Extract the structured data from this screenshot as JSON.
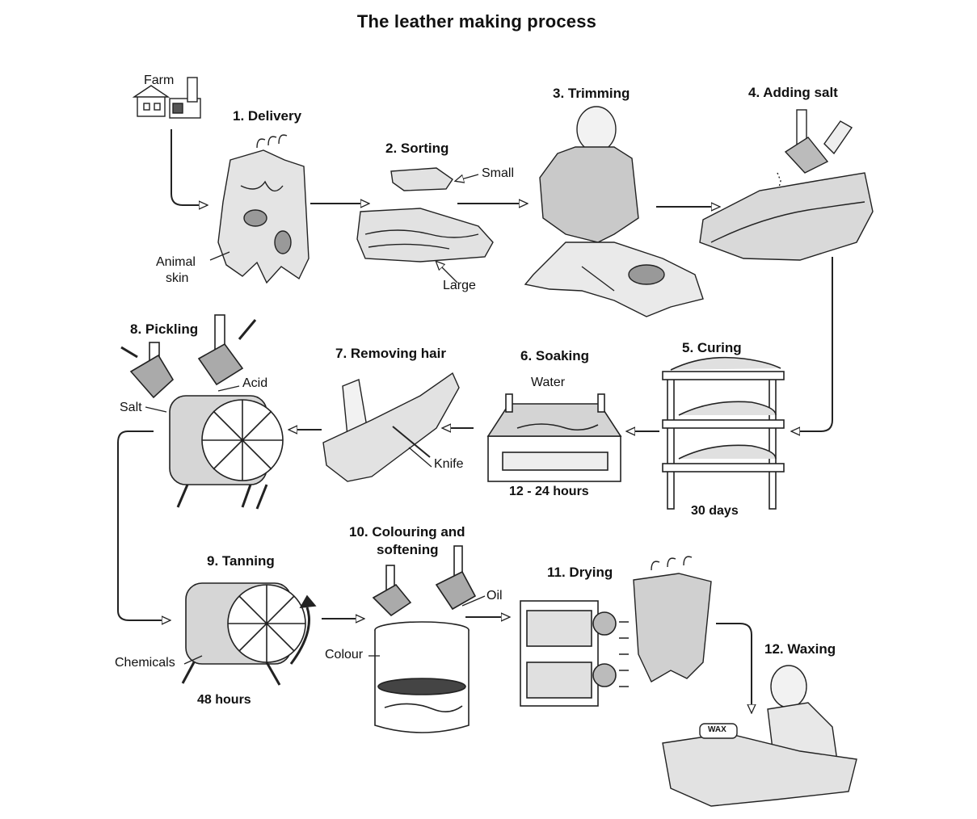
{
  "title": "The leather making process",
  "steps": [
    {
      "label": "1. Delivery"
    },
    {
      "label": "2. Sorting"
    },
    {
      "label": "3. Trimming"
    },
    {
      "label": "4. Adding salt"
    },
    {
      "label": "5. Curing"
    },
    {
      "label": "6. Soaking"
    },
    {
      "label": "7. Removing hair"
    },
    {
      "label": "8. Pickling"
    },
    {
      "label": "9. Tanning"
    },
    {
      "label": "10. Colouring and softening"
    },
    {
      "label": "11. Drying"
    },
    {
      "label": "12. Waxing"
    }
  ],
  "labels": {
    "farm": "Farm",
    "animal_skin_1": "Animal",
    "animal_skin_2": "skin",
    "small": "Small",
    "large": "Large",
    "water": "Water",
    "knife": "Knife",
    "salt": "Salt",
    "acid": "Acid",
    "chemicals": "Chemicals",
    "colour": "Colour",
    "oil": "Oil",
    "wax": "WAX",
    "colouring_line1": "10. Colouring and",
    "colouring_line2": "softening"
  },
  "durations": {
    "soaking": "12 - 24 hours",
    "curing": "30 days",
    "tanning": "48 hours"
  }
}
